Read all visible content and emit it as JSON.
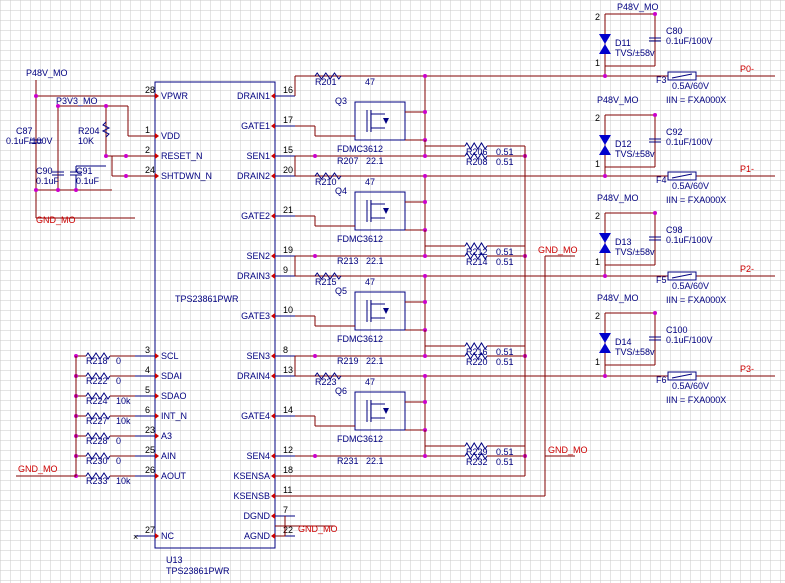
{
  "colors": {
    "wire": "#800000",
    "part": "#000080",
    "junction": "#cc00cc",
    "grid": "#c8c8c8",
    "net_red": "#cc0000",
    "diode": "#0000cc"
  },
  "ic": {
    "refdes": "U13",
    "part": "TPS23861PWR",
    "center_label": "TPS23861PWR",
    "left_pins": [
      {
        "num": "28",
        "name": "VPWR"
      },
      {
        "num": "1",
        "name": "VDD"
      },
      {
        "num": "2",
        "name": "RESET_N"
      },
      {
        "num": "24",
        "name": "SHTDWN_N"
      },
      {
        "num": "3",
        "name": "SCL"
      },
      {
        "num": "4",
        "name": "SDAI"
      },
      {
        "num": "5",
        "name": "SDAO"
      },
      {
        "num": "6",
        "name": "INT_N"
      },
      {
        "num": "23",
        "name": "A3"
      },
      {
        "num": "25",
        "name": "AIN"
      },
      {
        "num": "26",
        "name": "AOUT"
      },
      {
        "num": "27",
        "name": "NC"
      }
    ],
    "right_pins": [
      {
        "num": "16",
        "name": "DRAIN1"
      },
      {
        "num": "17",
        "name": "GATE1"
      },
      {
        "num": "15",
        "name": "SEN1"
      },
      {
        "num": "20",
        "name": "DRAIN2"
      },
      {
        "num": "21",
        "name": "GATE2"
      },
      {
        "num": "19",
        "name": "SEN2"
      },
      {
        "num": "9",
        "name": "DRAIN3"
      },
      {
        "num": "10",
        "name": "GATE3"
      },
      {
        "num": "8",
        "name": "SEN3"
      },
      {
        "num": "13",
        "name": "DRAIN4"
      },
      {
        "num": "14",
        "name": "GATE4"
      },
      {
        "num": "12",
        "name": "SEN4"
      },
      {
        "num": "18",
        "name": "KSENSA"
      },
      {
        "num": "11",
        "name": "KSENSB"
      },
      {
        "num": "7",
        "name": "DGND"
      },
      {
        "num": "22",
        "name": "AGND"
      }
    ]
  },
  "nets": {
    "p48v": "P48V_MO",
    "p3v3": "P3V3_MO",
    "gnd": "GND_MO"
  },
  "left_parts": {
    "c87": {
      "ref": "C87",
      "val": "0.1uF/100V"
    },
    "r204": {
      "ref": "R204",
      "val": "10K"
    },
    "c90": {
      "ref": "C90",
      "val": "0.1uF"
    },
    "c91": {
      "ref": "C91",
      "val": "0.1uF"
    },
    "addr_resistors": [
      {
        "ref": "R218",
        "val": "0"
      },
      {
        "ref": "R222",
        "val": "0"
      },
      {
        "ref": "R224",
        "val": "10k"
      },
      {
        "ref": "R227",
        "val": "10k"
      },
      {
        "ref": "R228",
        "val": "0"
      },
      {
        "ref": "R230",
        "val": "0"
      },
      {
        "ref": "R233",
        "val": "10k"
      }
    ]
  },
  "channels": [
    {
      "q": "Q3",
      "fet": "FDMC3612",
      "rd": "R201",
      "rd_val": "47",
      "rs": "R207",
      "rs_val": "22.1",
      "ra": "R206",
      "rb": "R208",
      "rab_val": "0.51",
      "tvs": "D11",
      "tvs_val": "TVS/±58v",
      "cap": "C80",
      "cap_val": "0.1uF/100V",
      "fuse": "F3",
      "fuse_val": "0.5A/60V",
      "iin": "IIN = FXA000X",
      "port": "P0-"
    },
    {
      "q": "Q4",
      "fet": "FDMC3612",
      "rd": "R210",
      "rd_val": "47",
      "rs": "R213",
      "rs_val": "22.1",
      "ra": "R212",
      "rb": "R214",
      "rab_val": "0.51",
      "tvs": "D12",
      "tvs_val": "TVS/±58v",
      "cap": "C92",
      "cap_val": "0.1uF/100V",
      "fuse": "F4",
      "fuse_val": "0.5A/60V",
      "iin": "IIN = FXA000X",
      "port": "P1-"
    },
    {
      "q": "Q5",
      "fet": "FDMC3612",
      "rd": "R215",
      "rd_val": "47",
      "rs": "R219",
      "rs_val": "22.1",
      "ra": "R216",
      "rb": "R220",
      "rab_val": "0.51",
      "tvs": "D13",
      "tvs_val": "TVS/±58v",
      "cap": "C98",
      "cap_val": "0.1uF/100V",
      "fuse": "F5",
      "fuse_val": "0.5A/60V",
      "iin": "IIN = FXA000X",
      "port": "P2-"
    },
    {
      "q": "Q6",
      "fet": "FDMC3612",
      "rd": "R223",
      "rd_val": "47",
      "rs": "R231",
      "rs_val": "22.1",
      "ra": "R229",
      "rb": "R232",
      "rab_val": "0.51",
      "tvs": "D14",
      "tvs_val": "TVS/±58v",
      "cap": "C100",
      "cap_val": "0.1uF/100V",
      "fuse": "F6",
      "fuse_val": "0.5A/60V",
      "iin": "IIN = FXA000X",
      "port": "P3-"
    }
  ],
  "misc": {
    "tvs_pin_top": "2",
    "tvs_pin_bot": "1"
  }
}
